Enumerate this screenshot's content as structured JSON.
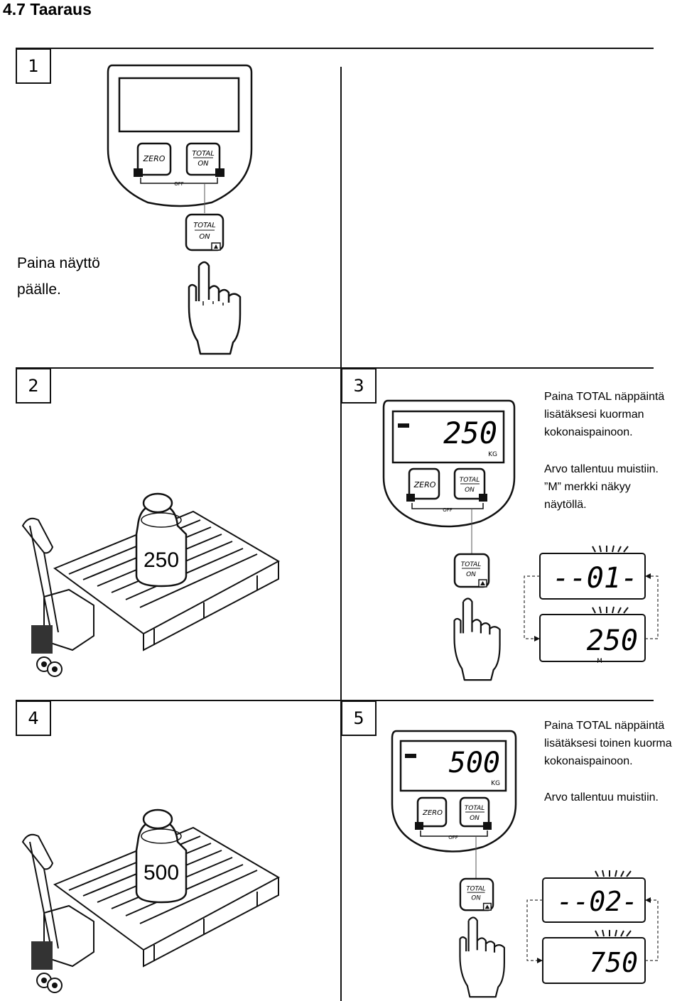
{
  "page_title": "4.7 Taaraus",
  "steps": [
    {
      "number": "1",
      "text": "Paina näyttö\npäälle."
    },
    {
      "number": "2"
    },
    {
      "number": "3",
      "text": "Paina TOTAL näppäintä\nlisätäksesi kuorman\nkokonaispainoon.",
      "note": "Arvo tallentuu muistiin.\n”M” merkki näkyy\nnäytöllä.",
      "display_value": "250",
      "unit": "KG",
      "memory_display": "--01-",
      "total_display": "250",
      "memory_marker": "M"
    },
    {
      "number": "4",
      "weight_label": "500"
    },
    {
      "number": "5",
      "text": "Paina TOTAL näppäintä\nlisätäksesi toinen kuorma\nkokonaispainoon.",
      "note": "Arvo tallentuu muistiin.",
      "display_value": "500",
      "unit": "KG",
      "memory_display": "--02-",
      "total_display": "750"
    }
  ],
  "step2_weight_label": "250",
  "buttons": {
    "zero": "ZERO",
    "total": "TOTAL",
    "on": "ON",
    "off": "OFF"
  }
}
